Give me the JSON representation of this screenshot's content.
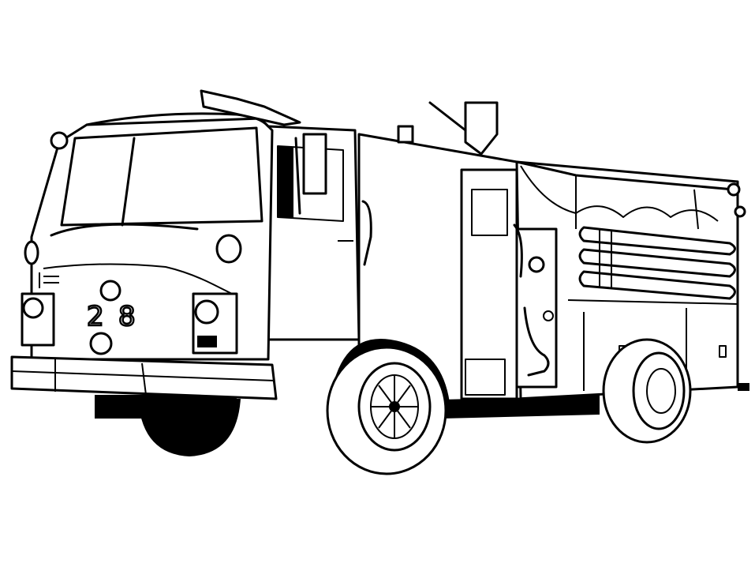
{
  "image": {
    "subject": "fire-truck-line-art",
    "colors": {
      "line": "#000000",
      "background": "#ffffff"
    },
    "truck_number": {
      "first_digit": "2",
      "second_digit": "8"
    }
  }
}
